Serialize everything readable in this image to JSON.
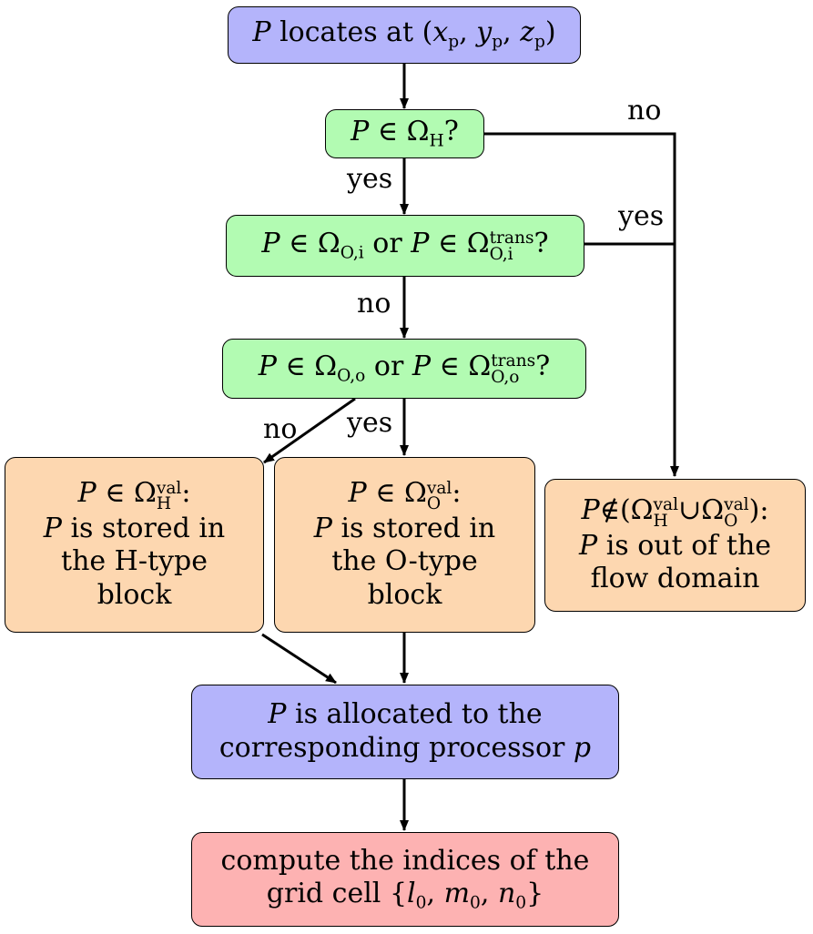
{
  "colors": {
    "start": "#b4b4fb",
    "decision": "#b2fbb2",
    "result": "#fdd7b0",
    "process": "#b4b4fb",
    "end": "#fdb2b2"
  },
  "nodes": {
    "start": {
      "var": "P",
      "text": " locates at (",
      "x": "x",
      "y": "y",
      "z": "z",
      "sub": "p",
      "sep": ", ",
      "close": ")"
    },
    "q1": {
      "var": "P",
      "op": " ∈ ",
      "omega": "Ω",
      "sub": "H",
      "q": "?"
    },
    "q2": {
      "var": "P",
      "op": " ∈ ",
      "omega": "Ω",
      "sub": "O,i",
      "mid": " or ",
      "sup2": "trans",
      "sub2": "O,i",
      "q": "?"
    },
    "q3": {
      "var": "P",
      "op": " ∈ ",
      "omega": "Ω",
      "sub": "O,o",
      "mid": " or ",
      "sup2": "trans",
      "sub2": "O,o",
      "q": "?"
    },
    "h_block": {
      "var": "P",
      "op": " ∈ ",
      "omega": "Ω",
      "sup": "val",
      "sub": "H",
      "colon": ":",
      "line2_rest": " is stored in",
      "line3": "the H-type",
      "line4": "block"
    },
    "o_block": {
      "var": "P",
      "op": " ∈ ",
      "omega": "Ω",
      "sup": "val",
      "sub": "O",
      "colon": ":",
      "line2_rest": " is stored in",
      "line3": "the O-type",
      "line4": "block"
    },
    "out": {
      "var": "P",
      "op": "∉(",
      "omega": "Ω",
      "sup": "val",
      "subA": "H",
      "cup": "∪",
      "subB": "O",
      "close": "):",
      "line2_rest": " is out of the",
      "line3": "flow domain"
    },
    "alloc": {
      "var": "P",
      "line1_rest": " is allocated to the",
      "line2": "corresponding processor ",
      "p": "p"
    },
    "end": {
      "line1": "compute the indices of the",
      "line2_prefix": "grid cell {",
      "l": "l",
      "m": "m",
      "n": "n",
      "zero": "0",
      "sep": ", ",
      "close": "}"
    }
  },
  "edge_labels": {
    "q1_no": "no",
    "q1_yes": "yes",
    "q2_yes": "yes",
    "q2_no": "no",
    "q3_no": "no",
    "q3_yes": "yes"
  }
}
